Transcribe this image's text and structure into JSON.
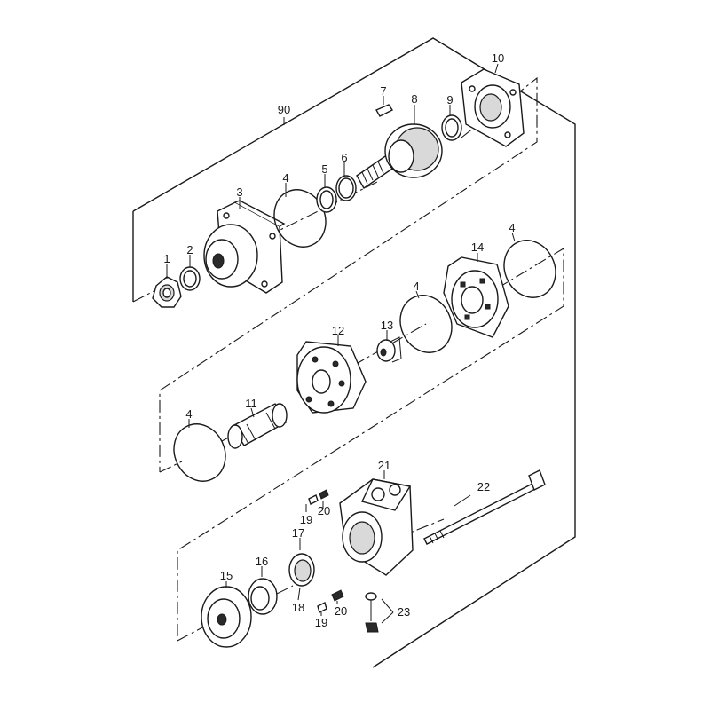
{
  "diagram": {
    "callouts": {
      "c90": "90",
      "c1": "1",
      "c2": "2",
      "c3": "3",
      "c4a": "4",
      "c5": "5",
      "c6": "6",
      "c7": "7",
      "c8": "8",
      "c9": "9",
      "c10": "10",
      "c4b": "4",
      "c14": "14",
      "c4c": "4",
      "c12": "12",
      "c13": "13",
      "c4d": "4",
      "c11": "11",
      "c21": "21",
      "c22": "22",
      "c19a": "19",
      "c20a": "20",
      "c17": "17",
      "c16": "16",
      "c15": "15",
      "c18": "18",
      "c20b": "20",
      "c19b": "19",
      "c23": "23"
    }
  }
}
